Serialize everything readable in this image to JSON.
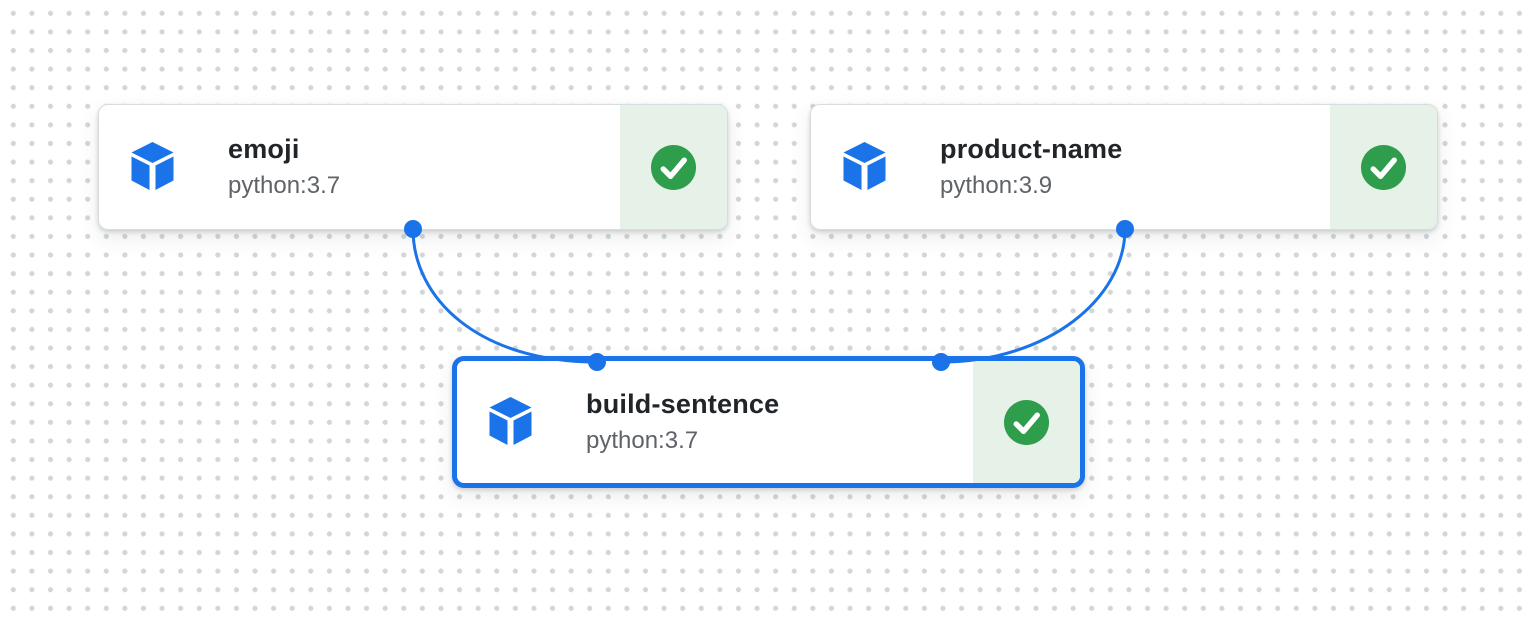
{
  "graph": {
    "description": "pipeline-dag",
    "nodes": [
      {
        "name": "emoji",
        "image": "python:3.7",
        "status": "succeeded",
        "selected": false,
        "icon": "container-cube-icon",
        "status_icon": "check-circle-icon"
      },
      {
        "name": "product-name",
        "image": "python:3.9",
        "status": "succeeded",
        "selected": false,
        "icon": "container-cube-icon",
        "status_icon": "check-circle-icon"
      },
      {
        "name": "build-sentence",
        "image": "python:3.7",
        "status": "succeeded",
        "selected": true,
        "icon": "container-cube-icon",
        "status_icon": "check-circle-icon"
      }
    ],
    "edges": [
      {
        "from": "emoji",
        "to": "build-sentence"
      },
      {
        "from": "product-name",
        "to": "build-sentence"
      }
    ]
  },
  "colors": {
    "accent_blue": "#1a73e8",
    "success_green": "#2f9e4c",
    "success_bg": "#e6f1e7",
    "title_text": "#212429",
    "subtitle_text": "#5f6368",
    "node_border": "#d8dce0",
    "grid_dot": "#d2d6d9"
  }
}
